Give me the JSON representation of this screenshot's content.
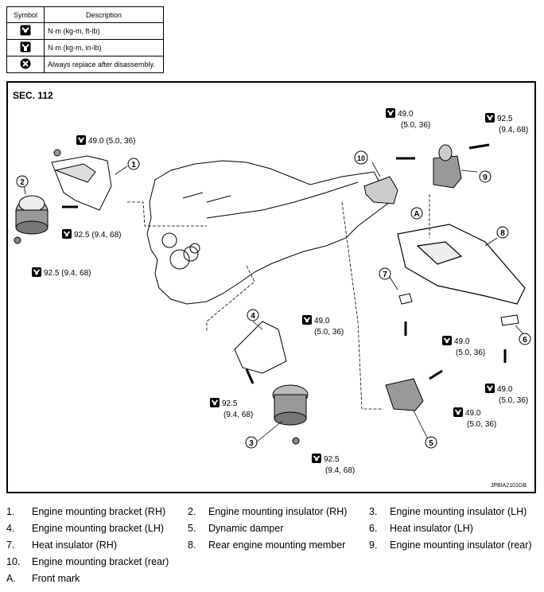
{
  "symbol_table": {
    "header_symbol": "Symbol",
    "header_description": "Description",
    "rows": [
      {
        "icon": "torque-wrench-icon",
        "description": "N·m (kg-m, ft-lb)"
      },
      {
        "icon": "torque-wrench-small-icon",
        "description": "N·m (kg-m, in-lb)"
      },
      {
        "icon": "replace-part-icon",
        "description": "Always replace after disassembly."
      }
    ]
  },
  "diagram": {
    "section": "SEC. 112",
    "figure_code": "JPBIA2101GB",
    "front_mark": "A",
    "callouts": [
      "1",
      "2",
      "3",
      "4",
      "5",
      "6",
      "7",
      "8",
      "9",
      "10"
    ],
    "torques": {
      "t1": "49.0 (5.0, 36)",
      "t2": "92.5 (9.4, 68)",
      "t3": "92.5 (9.4, 68)",
      "t4_a": "49.0",
      "t4_b": "(5.0, 36)",
      "t5_a": "92.5",
      "t5_b": "(9.4, 68)",
      "t6_a": "49.0",
      "t6_b": "(5.0, 36)",
      "t7_a": "92.5",
      "t7_b": "(9.4, 68)",
      "t8_a": "92.5",
      "t8_b": "(9.4, 68)",
      "t9_a": "49.0",
      "t9_b": "(5.0, 36)",
      "t10_a": "49.0",
      "t10_b": "(5.0, 36)",
      "t11_a": "49.0",
      "t11_b": "(5.0, 36)"
    }
  },
  "legend": [
    {
      "num": "1.",
      "text": "Engine mounting bracket (RH)"
    },
    {
      "num": "2.",
      "text": "Engine mounting insulator (RH)"
    },
    {
      "num": "3.",
      "text": "Engine mounting insulator (LH)"
    },
    {
      "num": "4.",
      "text": "Engine mounting bracket (LH)"
    },
    {
      "num": "5.",
      "text": "Dynamic damper"
    },
    {
      "num": "6.",
      "text": "Heat insulator (LH)"
    },
    {
      "num": "7.",
      "text": "Heat insulator (RH)"
    },
    {
      "num": "8.",
      "text": "Rear engine mounting member"
    },
    {
      "num": "9.",
      "text": "Engine mounting insulator (rear)"
    },
    {
      "num": "10.",
      "text": "Engine mounting bracket (rear)"
    },
    {
      "num": "A.",
      "text": "Front mark"
    }
  ]
}
